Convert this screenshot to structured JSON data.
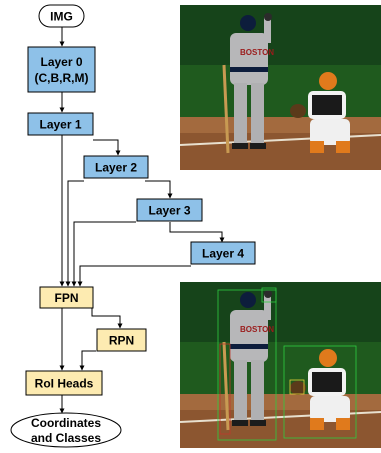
{
  "diagram": {
    "nodes": {
      "img": "IMG",
      "layer0_line1": "Layer 0",
      "layer0_line2": "(C,B,R,M)",
      "layer1": "Layer 1",
      "layer2": "Layer 2",
      "layer3": "Layer 3",
      "layer4": "Layer 4",
      "fpn": "FPN",
      "rpn": "RPN",
      "roi_heads": "RoI Heads",
      "output_line1": "Coordinates",
      "output_line2": "and Classes"
    },
    "colors": {
      "layer_fill": "#8EC1E8",
      "neck_fill": "#FDEBB1",
      "stroke": "#000000",
      "output_fill": "#ffffff"
    }
  },
  "photos": {
    "top": {
      "subject": "baseball batter and catcher",
      "jersey_text": "BOSTON"
    },
    "bottom": {
      "subject": "baseball batter and catcher with detection boxes",
      "jersey_text": "BOSTON",
      "box_color": "#2ecc40"
    }
  }
}
